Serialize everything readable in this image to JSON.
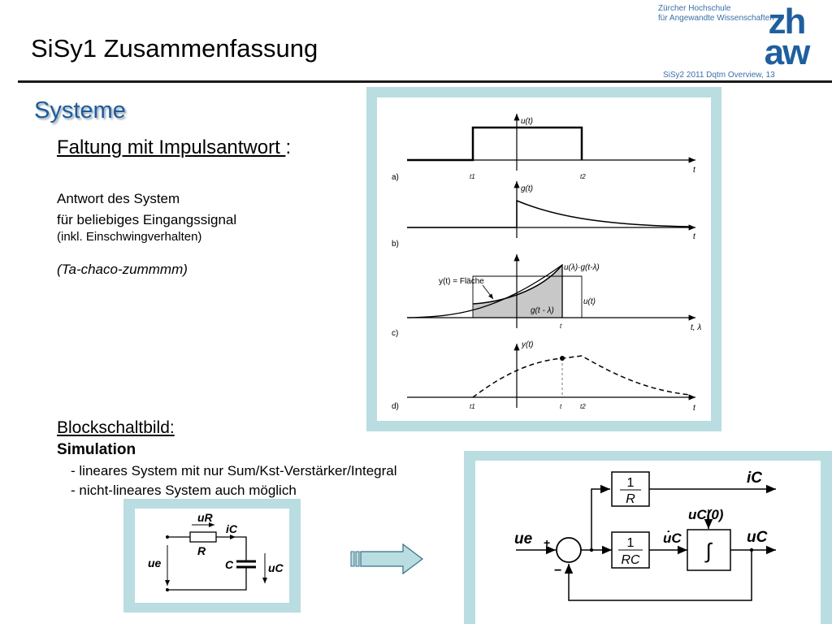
{
  "header": {
    "title": "SiSy1 Zusammenfassung",
    "org_line1": "Zürcher Hochschule",
    "org_line2": "für Angewandte Wissenschaften",
    "logo_text_top": "zh",
    "logo_text_bottom": "aw",
    "footer": "SiSy2 2011 Dqtm Overview, 13"
  },
  "colors": {
    "section_title": "#1d5c9a",
    "panel_frame": "#b9dde0",
    "logo": "#1f5f9e",
    "arrow_fill": "#b9dde0"
  },
  "content": {
    "section_title": "Systeme",
    "faltung_heading": "Faltung mit Impulsantwort ",
    "faltung_colon": ":",
    "antwort_line1": "Antwort des System",
    "antwort_line2": "für beliebiges Eingangssignal",
    "antwort_line3": "(inkl. Einschwingverhalten)",
    "tacha": "(Ta-chaco-zummmm)",
    "block_heading": "Blockschaltbild:",
    "simulation_heading": "Simulation",
    "simulation_item1": "- lineares System mit nur Sum/Kst-Verstärker/Integral",
    "simulation_item2": "- nicht-lineares System auch möglich"
  },
  "convolution_figure": {
    "a_label": "a)",
    "b_label": "b)",
    "c_label": "c)",
    "d_label": "d)",
    "u_axis": "u(t)",
    "g_axis": "g(t)",
    "y_axis": "y(t)",
    "t_axis": "t",
    "t_lambda_axis": "t, λ",
    "t1": "t1",
    "t2": "t2",
    "t_mark": "t",
    "flaeche": "y(t) = Fläche",
    "product": "u(λ)·g(t-λ)",
    "g_shift": "g(t - λ)",
    "u_t": "u(t)"
  },
  "rc_circuit": {
    "u_r": "uR",
    "i_c": "iC",
    "r": "R",
    "c": "C",
    "u_e": "ue",
    "u_c": "uC"
  },
  "block_diagram": {
    "k1_num": "1",
    "k1_den": "R",
    "k2_num": "1",
    "k2_den": "RC",
    "integral": "∫",
    "i_c": "iC",
    "u_c0": "uC(0)",
    "u_e": "ue",
    "u_c_dot": "u̇C",
    "u_c": "uC",
    "plus": "+",
    "minus": "−"
  }
}
